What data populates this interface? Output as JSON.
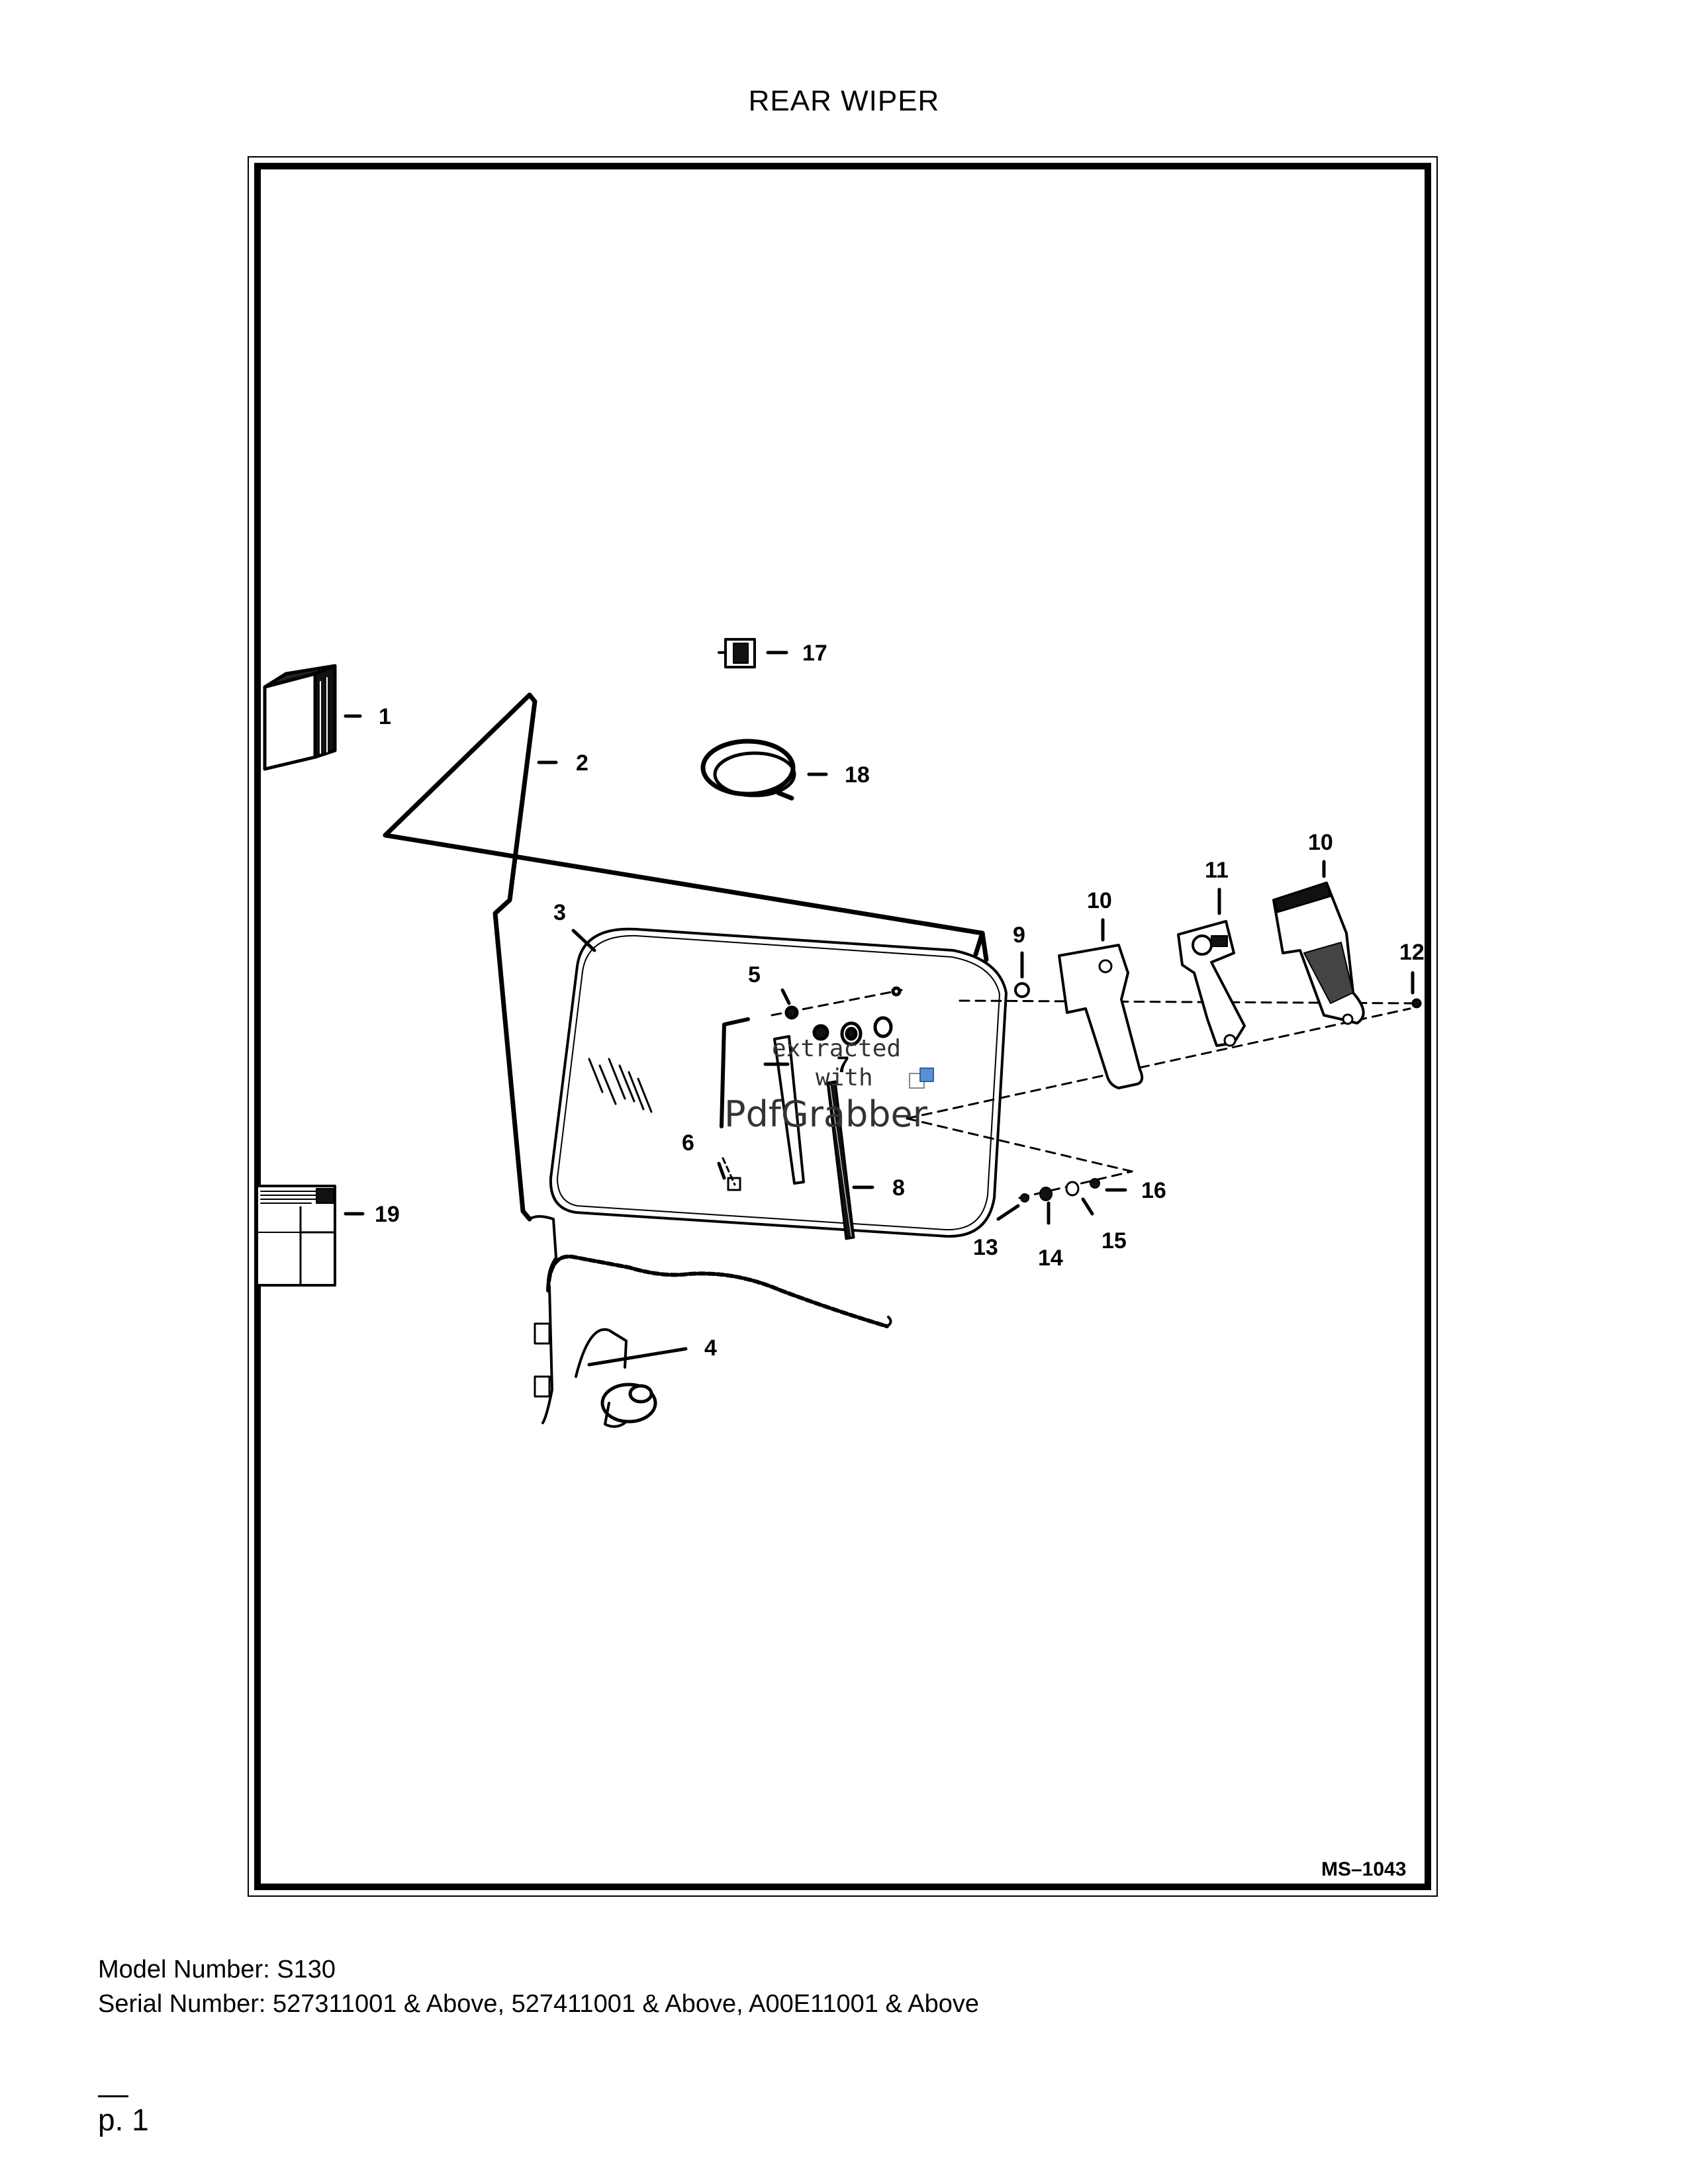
{
  "page": {
    "title": "REAR WIPER",
    "drawing_code": "MS–1043",
    "page_number": "p. 1"
  },
  "footer": {
    "model_number": "Model Number: S130",
    "serial_number": "Serial Number: 527311001 & Above, 527411001 & Above, A00E11001 & Above"
  },
  "watermark": {
    "line1": "extracted",
    "line2": "with",
    "brand": "PdfGrabber"
  },
  "callouts": [
    "1",
    "2",
    "3",
    "4",
    "5",
    "6",
    "7",
    "8",
    "9",
    "10",
    "10",
    "11",
    "12",
    "13",
    "14",
    "15",
    "16",
    "17",
    "18",
    "19"
  ]
}
